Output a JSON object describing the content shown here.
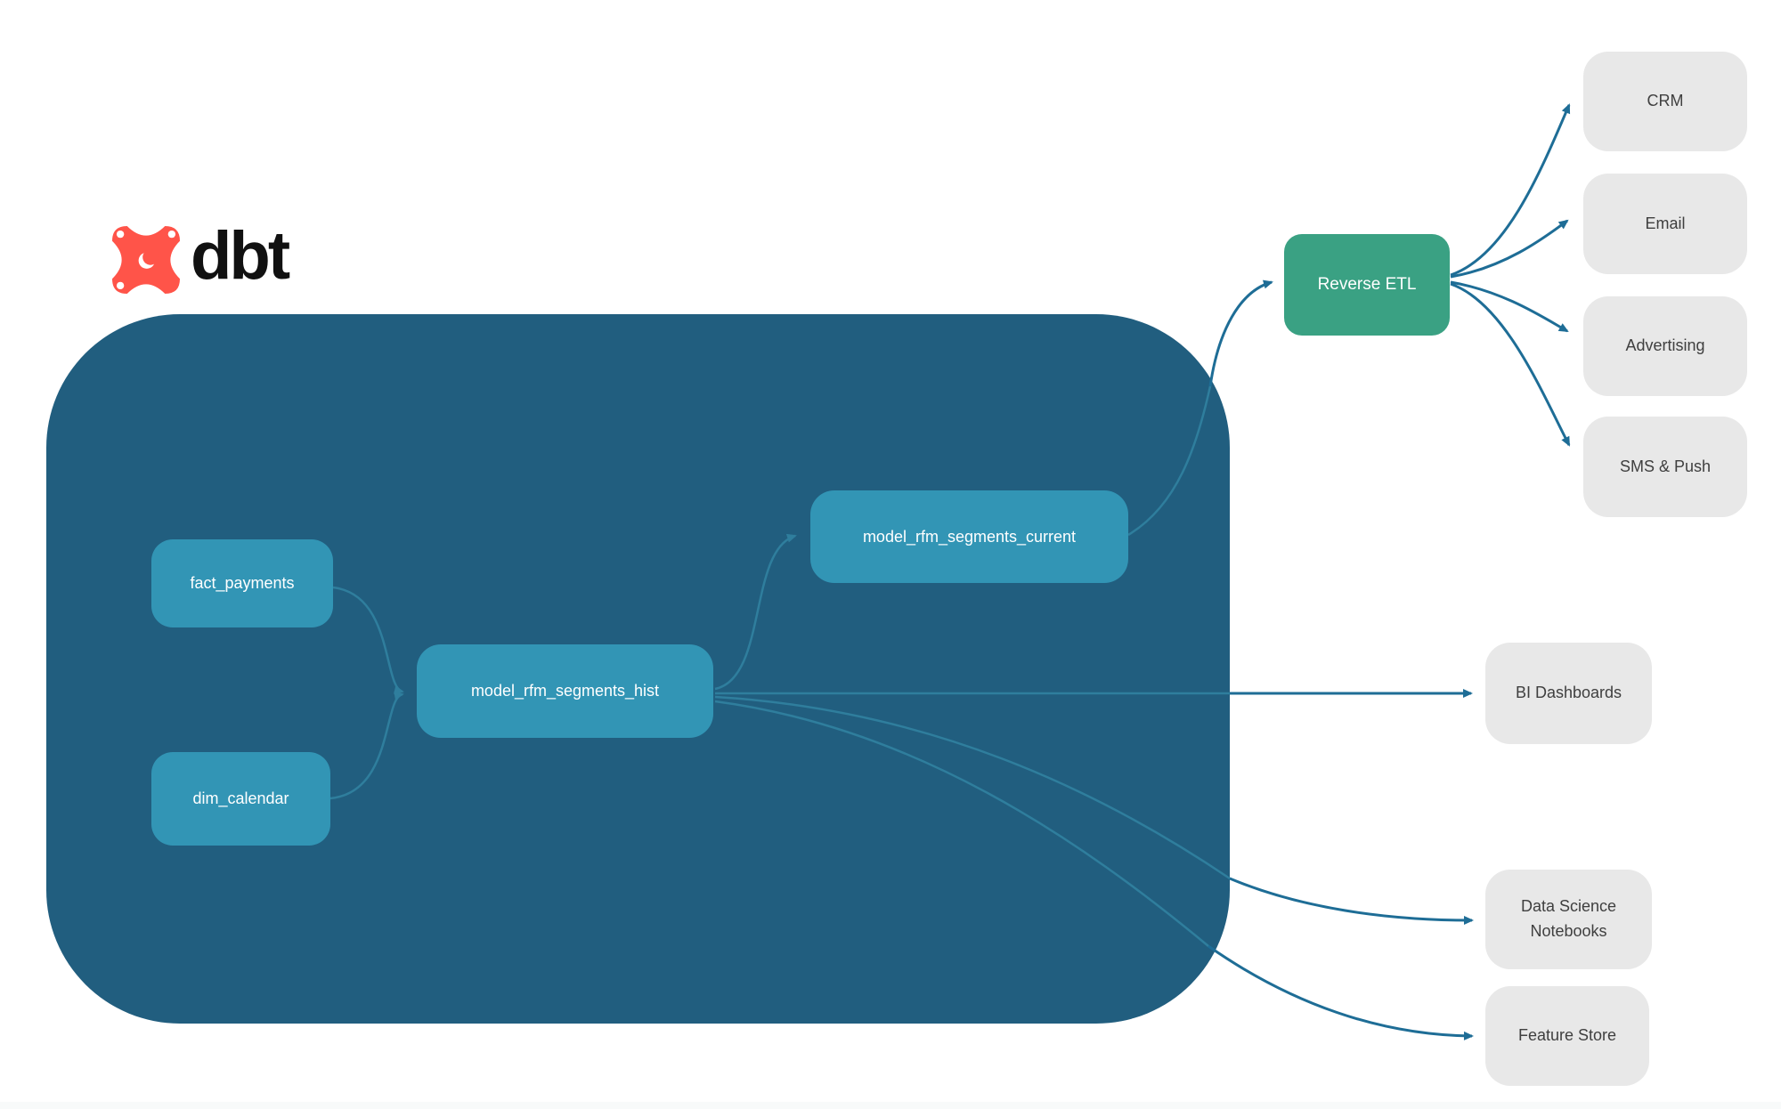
{
  "logo": {
    "brand": "dbt",
    "mark_color": "#FF5449"
  },
  "colors": {
    "container_bg": "#215E7F",
    "model_node_bg": "#3295B5",
    "reverse_etl_bg": "#3AA183",
    "destination_bg": "#E8E8E8",
    "destination_text": "#3F3F3F",
    "edge_outside": "#1E6D96",
    "edge_inside": "#2F7E9D",
    "node_text": "#FFFFFF"
  },
  "nodes": {
    "fact_payments": {
      "label": "fact_payments"
    },
    "dim_calendar": {
      "label": "dim_calendar"
    },
    "model_rfm_segments_hist": {
      "label": "model_rfm_segments_hist"
    },
    "model_rfm_segments_current": {
      "label": "model_rfm_segments_current"
    },
    "reverse_etl": {
      "label": "Reverse ETL"
    },
    "crm": {
      "label": "CRM"
    },
    "email": {
      "label": "Email"
    },
    "advertising": {
      "label": "Advertising"
    },
    "sms_push": {
      "label": "SMS & Push"
    },
    "bi_dashboards": {
      "label": "BI Dashboards"
    },
    "data_science_notebooks": {
      "label": "Data Science Notebooks"
    },
    "feature_store": {
      "label": "Feature Store"
    }
  },
  "edges": [
    {
      "from": "fact_payments",
      "to": "model_rfm_segments_hist"
    },
    {
      "from": "dim_calendar",
      "to": "model_rfm_segments_hist"
    },
    {
      "from": "model_rfm_segments_hist",
      "to": "model_rfm_segments_current"
    },
    {
      "from": "model_rfm_segments_current",
      "to": "Reverse ETL"
    },
    {
      "from": "Reverse ETL",
      "to": "CRM"
    },
    {
      "from": "Reverse ETL",
      "to": "Email"
    },
    {
      "from": "Reverse ETL",
      "to": "Advertising"
    },
    {
      "from": "Reverse ETL",
      "to": "SMS & Push"
    },
    {
      "from": "model_rfm_segments_hist",
      "to": "BI Dashboards"
    },
    {
      "from": "model_rfm_segments_hist",
      "to": "Data Science Notebooks"
    },
    {
      "from": "model_rfm_segments_hist",
      "to": "Feature Store"
    }
  ]
}
